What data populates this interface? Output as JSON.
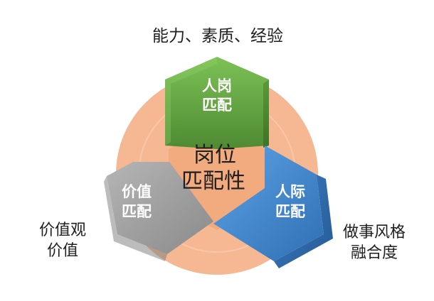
{
  "diagram": {
    "center": {
      "line1": "岗位",
      "line2": "匹配性"
    },
    "nodes": {
      "top": {
        "line1": "人岗",
        "line2": "匹配",
        "color": "#6aa84f"
      },
      "left": {
        "line1": "价值",
        "line2": "匹配",
        "color": "#9e9e9e"
      },
      "right": {
        "line1": "人际",
        "line2": "匹配",
        "color": "#4a86c8"
      }
    },
    "outer_labels": {
      "top": "能力、素质、经验",
      "left_line1": "价值观",
      "left_line2": "价值",
      "right_line1": "做事风格",
      "right_line2": "融合度"
    },
    "colors": {
      "circle": "#f6b893",
      "center": "#f2aa7f",
      "text_dark": "#1f1f1f",
      "text_light": "#ffffff"
    }
  }
}
